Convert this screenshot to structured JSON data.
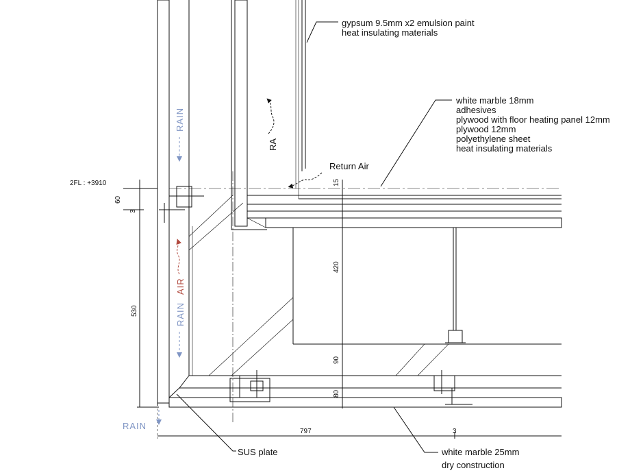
{
  "labels": {
    "gypsum": [
      "gypsum 9.5mm x2 emulsion paint",
      "heat insulating materials"
    ],
    "floor": [
      "white marble 18mm",
      "adhesives",
      "plywood with floor heating panel 12mm",
      "plywood 12mm",
      "polyethylene sheet",
      "heat insulating materials"
    ],
    "return_air": "Return Air",
    "ra": "RA",
    "level": "2FL : +3910",
    "sus_plate": "SUS plate",
    "bottom": [
      "white marble 25mm",
      "dry construction"
    ]
  },
  "flow": {
    "rain": "RAIN",
    "air": "AIR"
  },
  "dimensions": {
    "left": [
      "60",
      "3",
      "530"
    ],
    "vertical": [
      "15",
      "420",
      "90",
      "80"
    ],
    "bottom": [
      "797",
      "3"
    ]
  },
  "colors": {
    "line": "#111111",
    "rain": "#7f95c4",
    "air": "#b14a3f"
  }
}
